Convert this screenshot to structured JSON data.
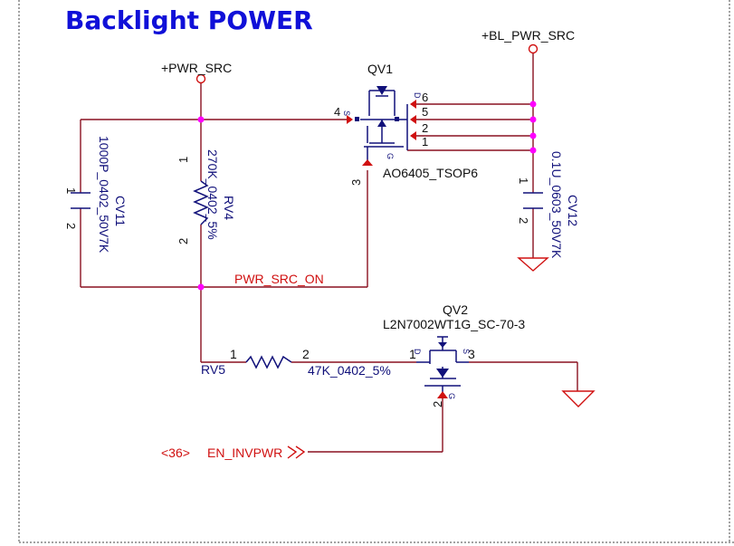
{
  "title": "Backlight POWER",
  "nets": {
    "pwr_src": "+PWR_SRC",
    "bl_pwr_src": "+BL_PWR_SRC",
    "pwr_src_on": "PWR_SRC_ON",
    "en_invpwr": "EN_INVPWR",
    "en_invpwr_ref": "<36>"
  },
  "components": {
    "qv1": {
      "ref": "QV1",
      "value": "AO6405_TSOP6",
      "pins": [
        "6",
        "5",
        "2",
        "1",
        "4",
        "3"
      ],
      "pin_s": "S",
      "pin_d": "D",
      "pin_g": "G"
    },
    "qv2": {
      "ref": "QV2",
      "value": "L2N7002WT1G_SC-70-3",
      "pin1": "1",
      "pin2": "2",
      "pin3": "3",
      "pin_d": "D",
      "pin_s": "S",
      "pin_g": "G"
    },
    "rv4": {
      "ref": "RV4",
      "value": "270K_0402_5%",
      "pin1": "1",
      "pin2": "2"
    },
    "rv5": {
      "ref": "RV5",
      "value": "47K_0402_5%",
      "pin1": "1",
      "pin2": "2"
    },
    "cv11": {
      "ref": "CV11",
      "value": "1000P_0402_50V7K",
      "pin1": "1",
      "pin2": "2"
    },
    "cv12": {
      "ref": "CV12",
      "value": "0.1U_0603_50V7K",
      "pin1": "1",
      "pin2": "2"
    }
  },
  "colors": {
    "title": "#1010d8",
    "wire": "#8a1020",
    "component": "#10107a",
    "junction": "#ff00ff",
    "net_label": "#d01010"
  }
}
